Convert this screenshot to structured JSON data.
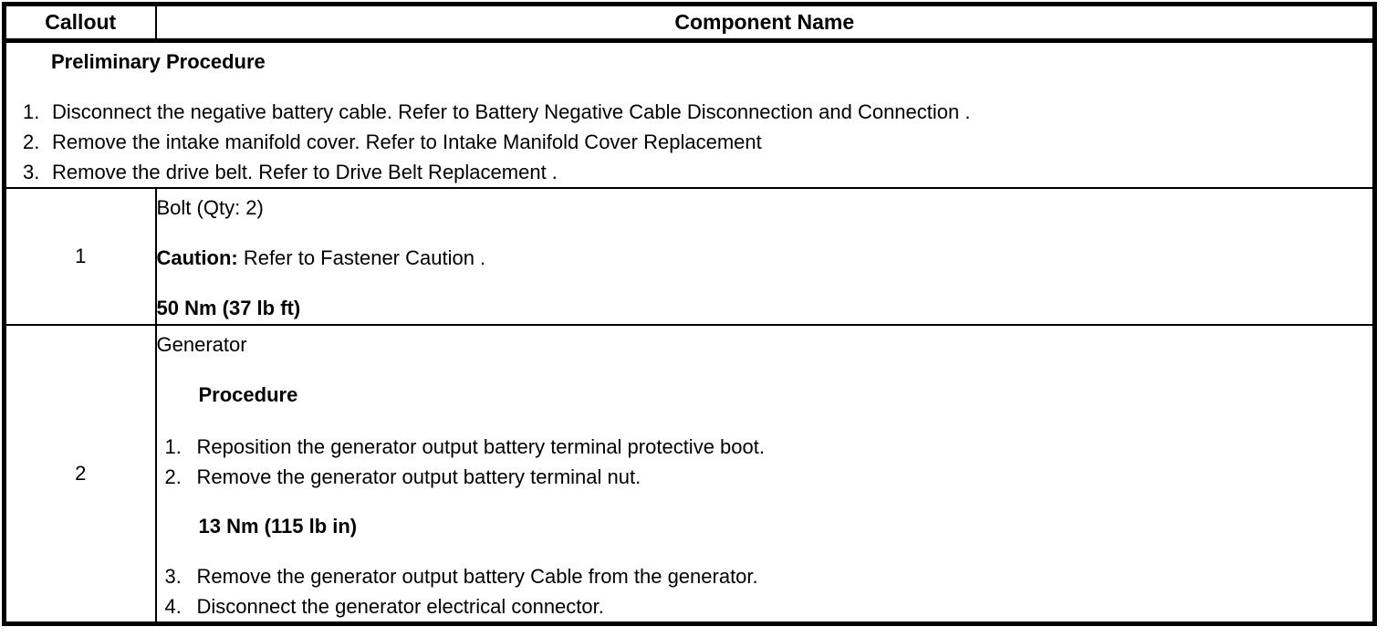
{
  "table": {
    "headers": {
      "callout": "Callout",
      "component": "Component Name"
    },
    "preliminary": {
      "title": "Preliminary Procedure",
      "steps": [
        {
          "num": "1.",
          "text": "Disconnect the negative battery cable. Refer to Battery Negative Cable Disconnection and Connection ."
        },
        {
          "num": "2.",
          "text": "Remove the intake manifold cover. Refer to Intake Manifold Cover Replacement"
        },
        {
          "num": "3.",
          "text": "Remove the drive belt. Refer to Drive Belt Replacement ."
        }
      ]
    },
    "row1": {
      "callout": "1",
      "component": "Bolt (Qty: 2)",
      "caution_label": "Caution:",
      "caution_text": " Refer to Fastener Caution .",
      "torque": "50 Nm (37 lb ft)"
    },
    "row2": {
      "callout": "2",
      "component": "Generator",
      "procedure_title": "Procedure",
      "steps_before": [
        {
          "num": "1.",
          "text": "Reposition the generator output battery terminal protective boot."
        },
        {
          "num": "2.",
          "text": "Remove the generator output battery terminal nut."
        }
      ],
      "torque": "13 Nm (115 lb in)",
      "steps_after": [
        {
          "num": "3.",
          "text": "Remove the generator output battery Cable from the generator."
        },
        {
          "num": "4.",
          "text": "Disconnect the generator electrical connector."
        }
      ]
    }
  },
  "colors": {
    "border": "#000000",
    "text": "#000000",
    "background": "#ffffff"
  }
}
